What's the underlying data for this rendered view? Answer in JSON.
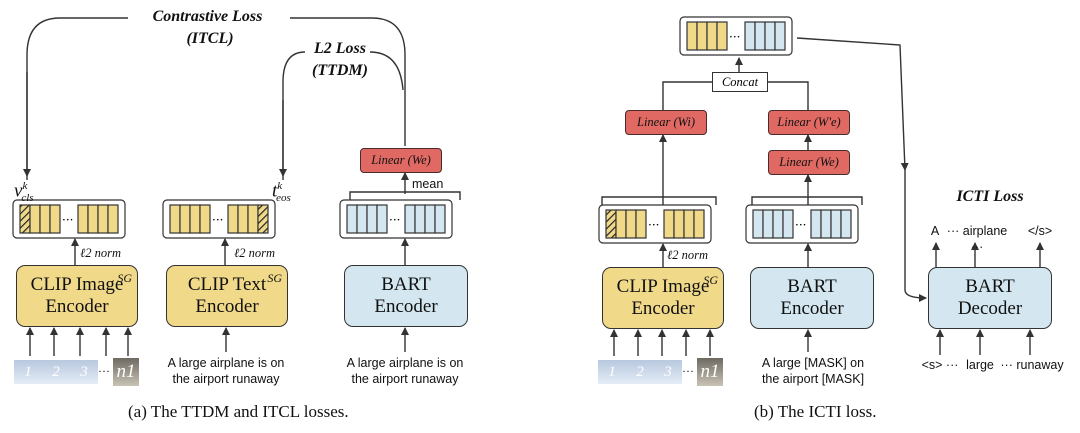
{
  "panel_a": {
    "contrastive_loss": "Contrastive Loss",
    "itcl": "(ITCL)",
    "l2_loss": "L2 Loss",
    "ttdm": "(TTDM)",
    "v_cls": "v",
    "v_sup": "k",
    "v_sub": "cls",
    "t_eos": "t",
    "t_sup": "k",
    "t_sub": "eos",
    "l2_norm_1": "ℓ2 norm",
    "l2_norm_2": "ℓ2 norm",
    "mean": "mean",
    "linear_we": "Linear (We)",
    "clip_image_encoder": [
      "CLIP Image",
      "Encoder"
    ],
    "clip_text_encoder": [
      "CLIP Text",
      "Encoder"
    ],
    "sg": "SG",
    "bart_encoder": [
      "BART",
      "Encoder"
    ],
    "patches": [
      "1",
      "2",
      "3"
    ],
    "ellipsis": "···",
    "patch_last": "n1",
    "text_input_1": [
      "A large airplane is on",
      "the airport runaway"
    ],
    "text_input_2": [
      "A large airplane is on",
      "the airport runaway"
    ],
    "caption": "(a) The TTDM and ITCL losses."
  },
  "panel_b": {
    "concat": "Concat",
    "linear_wi": "Linear (Wi)",
    "linear_we_prime": "Linear (W'e)",
    "linear_we": "Linear (We)",
    "l2_norm": "ℓ2 norm",
    "icti_loss": "ICTI Loss",
    "clip_image_encoder": [
      "CLIP Image",
      "Encoder"
    ],
    "sg": "SG",
    "bart_encoder": [
      "BART",
      "Encoder"
    ],
    "bart_decoder": [
      "BART",
      "Decoder"
    ],
    "patches": [
      "1",
      "2",
      "3"
    ],
    "ellipsis": "···",
    "patch_last": "n1",
    "masked_text": [
      "A large [MASK] on",
      "the airport [MASK]"
    ],
    "decoder_output": [
      "A",
      "··· airplane ···",
      "</s>"
    ],
    "decoder_input": [
      "<s> ···",
      "large",
      "··· runaway"
    ],
    "caption": "(b) The ICTI loss."
  },
  "colors": {
    "clip": "#f1d98a",
    "bart": "#d4e7f0",
    "linear": "#e06a63"
  }
}
